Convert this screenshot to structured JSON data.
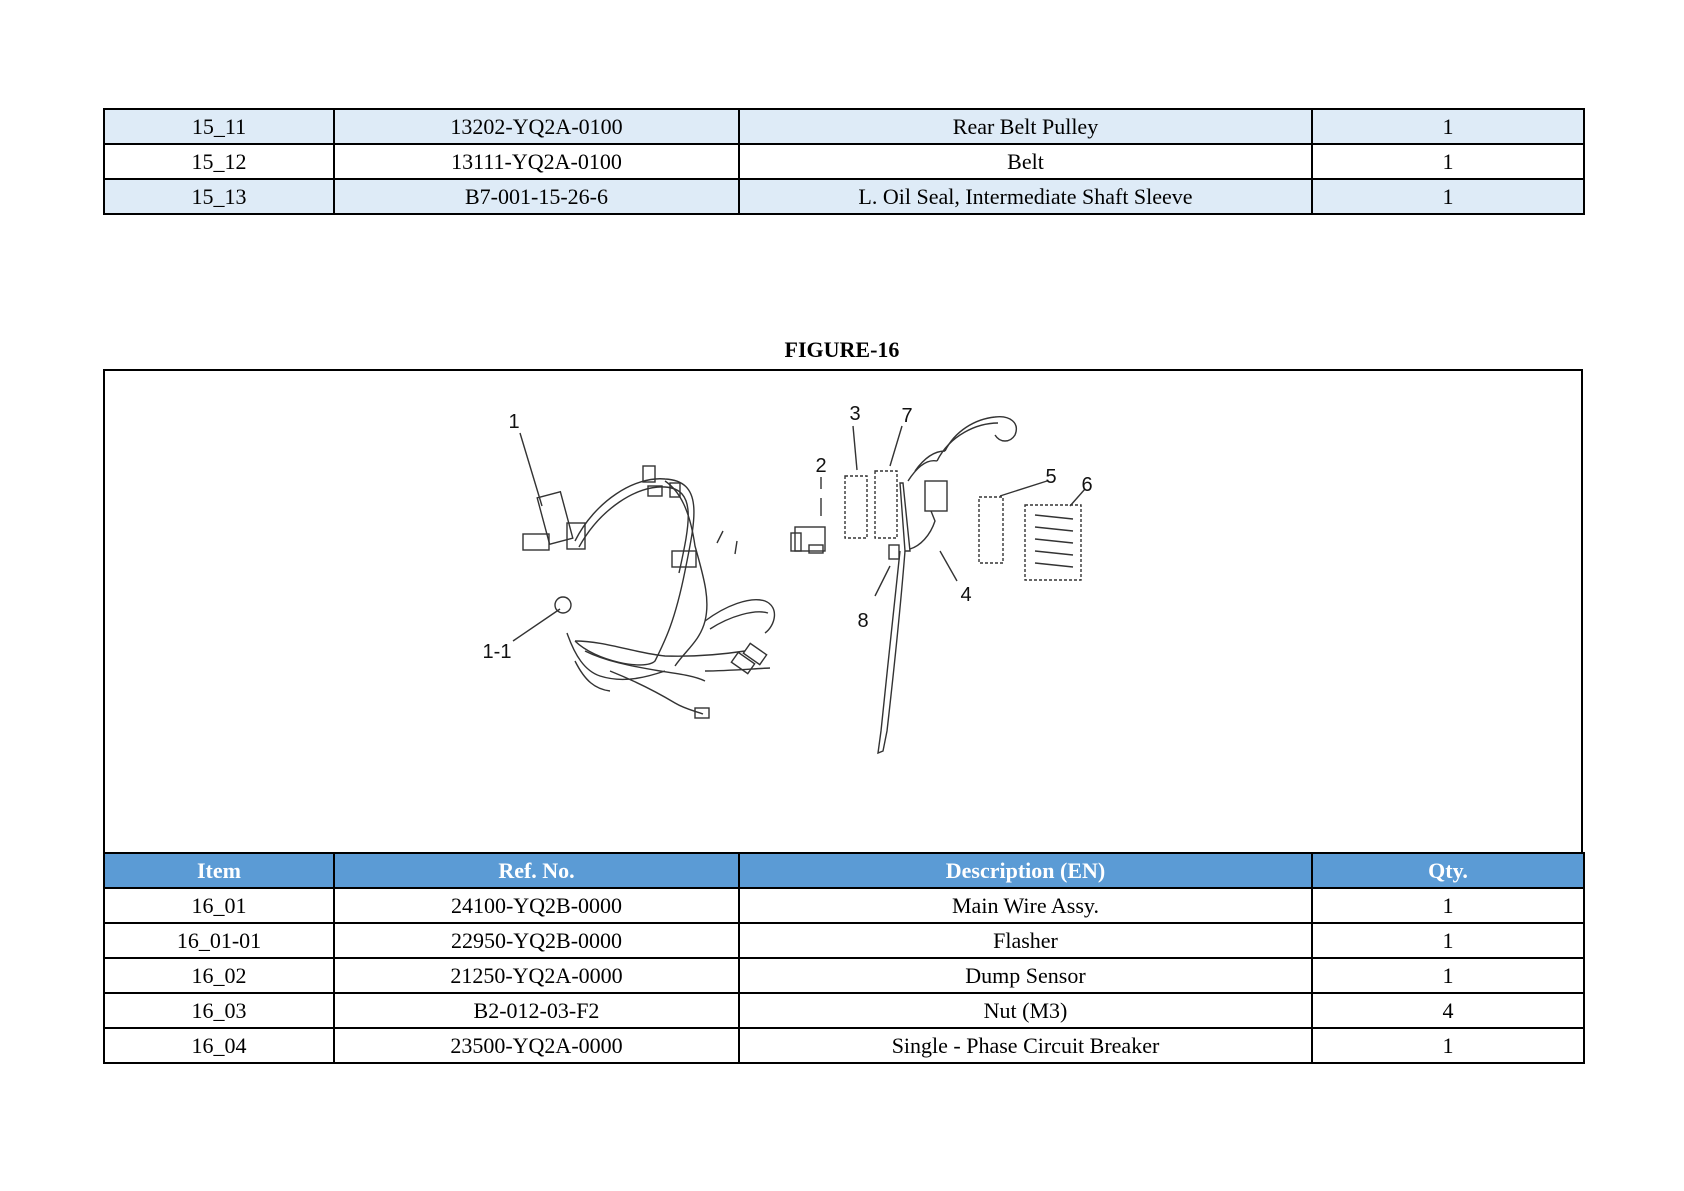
{
  "top_table": {
    "rows": [
      {
        "item": "15_11",
        "ref": "13202-YQ2A-0100",
        "desc": "Rear Belt Pulley",
        "qty": "1"
      },
      {
        "item": "15_12",
        "ref": "13111-YQ2A-0100",
        "desc": "Belt",
        "qty": "1"
      },
      {
        "item": "15_13",
        "ref": "B7-001-15-26-6",
        "desc": "L. Oil Seal, Intermediate Shaft Sleeve",
        "qty": "1"
      }
    ]
  },
  "figure": {
    "title": "FIGURE-16",
    "callouts": {
      "c1": "1",
      "c1_1": "1-1",
      "c2": "2",
      "c3": "3",
      "c4": "4",
      "c5": "5",
      "c6": "6",
      "c7": "7",
      "c8": "8"
    }
  },
  "bottom_table": {
    "headers": {
      "item": "Item",
      "ref": "Ref. No.",
      "desc": "Description (EN)",
      "qty": "Qty."
    },
    "header_color": "#5b9bd5",
    "rows": [
      {
        "item": "16_01",
        "ref": "24100-YQ2B-0000",
        "desc": "Main Wire Assy.",
        "qty": "1"
      },
      {
        "item": "16_01-01",
        "ref": "22950-YQ2B-0000",
        "desc": "Flasher",
        "qty": "1"
      },
      {
        "item": "16_02",
        "ref": "21250-YQ2A-0000",
        "desc": "Dump Sensor",
        "qty": "1"
      },
      {
        "item": "16_03",
        "ref": "B2-012-03-F2",
        "desc": "Nut (M3)",
        "qty": "4"
      },
      {
        "item": "16_04",
        "ref": "23500-YQ2A-0000",
        "desc": "Single - Phase Circuit Breaker",
        "qty": "1"
      }
    ]
  }
}
